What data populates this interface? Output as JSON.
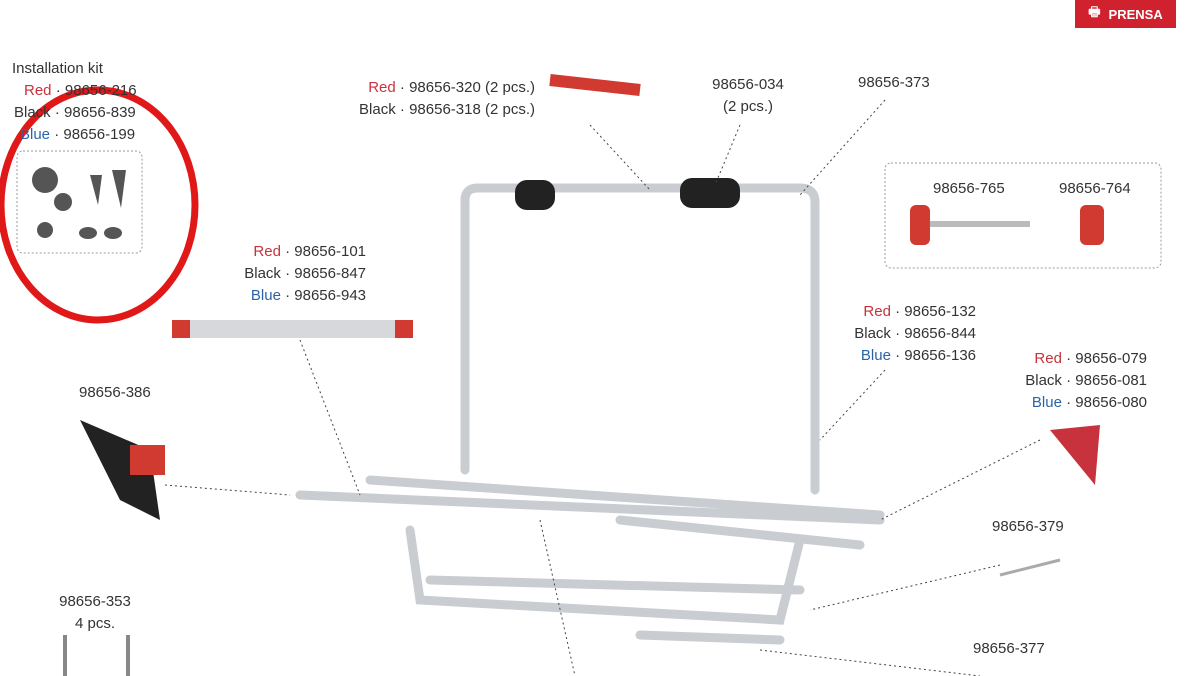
{
  "press_button": {
    "label": "PRENSA",
    "icon": "printer-icon"
  },
  "colors": {
    "red": "#c8323c",
    "blue": "#2a64a8",
    "accent": "#d0212e"
  },
  "parts": {
    "install_kit": {
      "title": "Installation kit",
      "red": "98656-216",
      "black": "98656-839",
      "blue": "98656-199"
    },
    "strap": {
      "red": "98656-320 (2 pcs.)",
      "black": "98656-318 (2 pcs.)"
    },
    "foam": {
      "code": "98656-034",
      "qty": "(2 pcs.)"
    },
    "frame": {
      "code": "98656-373"
    },
    "knob_long": {
      "code": "98656-765"
    },
    "knob_short": {
      "code": "98656-764"
    },
    "rail": {
      "red": "98656-101",
      "black": "98656-847",
      "blue": "98656-943"
    },
    "arm": {
      "red": "98656-132",
      "black": "98656-844",
      "blue": "98656-136"
    },
    "holder": {
      "red": "98656-079",
      "black": "98656-081",
      "blue": "98656-080"
    },
    "wheel_strap": {
      "code": "98656-386"
    },
    "pin": {
      "code": "98656-379"
    },
    "bolts": {
      "code": "98656-353",
      "qty": "4 pcs."
    },
    "bracket": {
      "code": "98656-377"
    }
  },
  "color_words": {
    "red": "Red",
    "black": "Black",
    "blue": "Blue",
    "sep": " · "
  }
}
